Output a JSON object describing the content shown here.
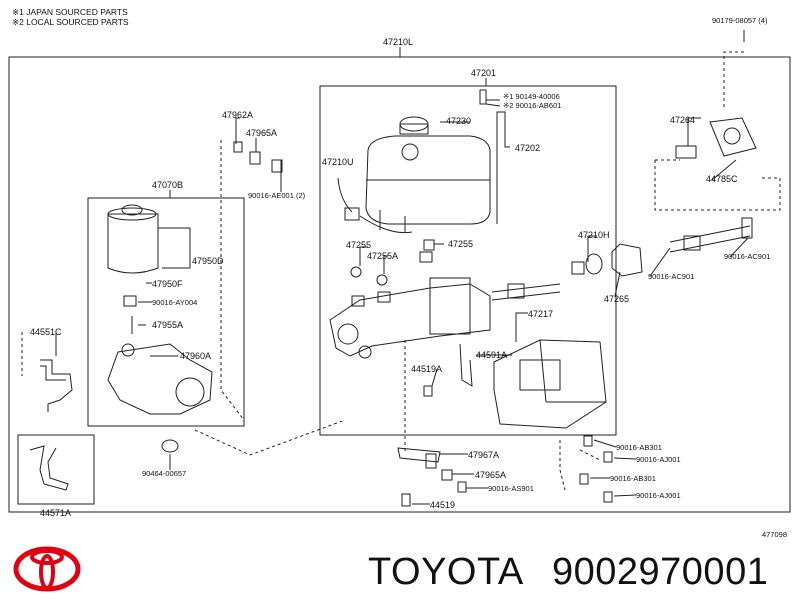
{
  "notes": [
    "※1 JAPAN SOURCED PARTS",
    "※2 LOCAL SOURCED PARTS"
  ],
  "labels": {
    "p90179": "90179-08057 (4)",
    "p47210L": "47210L",
    "p47201": "47201",
    "p90149": "※1  90149-40006",
    "p90016ab601": "※2  90016-AB601",
    "p47230": "47230",
    "p47202": "47202",
    "p47210U": "47210U",
    "p47255a": "47255",
    "p47255b": "47255",
    "p47255A": "47255A",
    "p47210H": "47210H",
    "p47265": "47265",
    "p47264": "47264",
    "p44785C": "44785C",
    "p90016ac901a": "90016-AC901",
    "p90016ac901b": "90016-AC901",
    "p47962A": "47962A",
    "p47965A_top": "47965A",
    "p90016ae001": "90016-AE001 (2)",
    "p47070B": "47070B",
    "p47950D": "47950D",
    "p47950F": "47950F",
    "p90016ay004": "90016-AY004",
    "p47955A": "47955A",
    "p47960A": "47960A",
    "p44551C": "44551C",
    "p90464": "90464-00657",
    "p44571A": "44571A",
    "p47217": "47217",
    "p44591A": "44591A",
    "p44519A": "44519A",
    "p90016ab301a": "90016-AB301",
    "p90016aj001a": "90016-AJ001",
    "p90016ab301b": "90016-AB301",
    "p90016aj001b": "90016-AJ001",
    "p47967A": "47967A",
    "p47965A_bot": "47965A",
    "p90016as901": "90016-AS901",
    "p44519": "44519",
    "p477098": "477098"
  },
  "footer": {
    "brand": "TOYOTA",
    "part_number": "9002970001"
  },
  "colors": {
    "line": "#222222",
    "logo": "#e00012",
    "text": "#111111"
  }
}
